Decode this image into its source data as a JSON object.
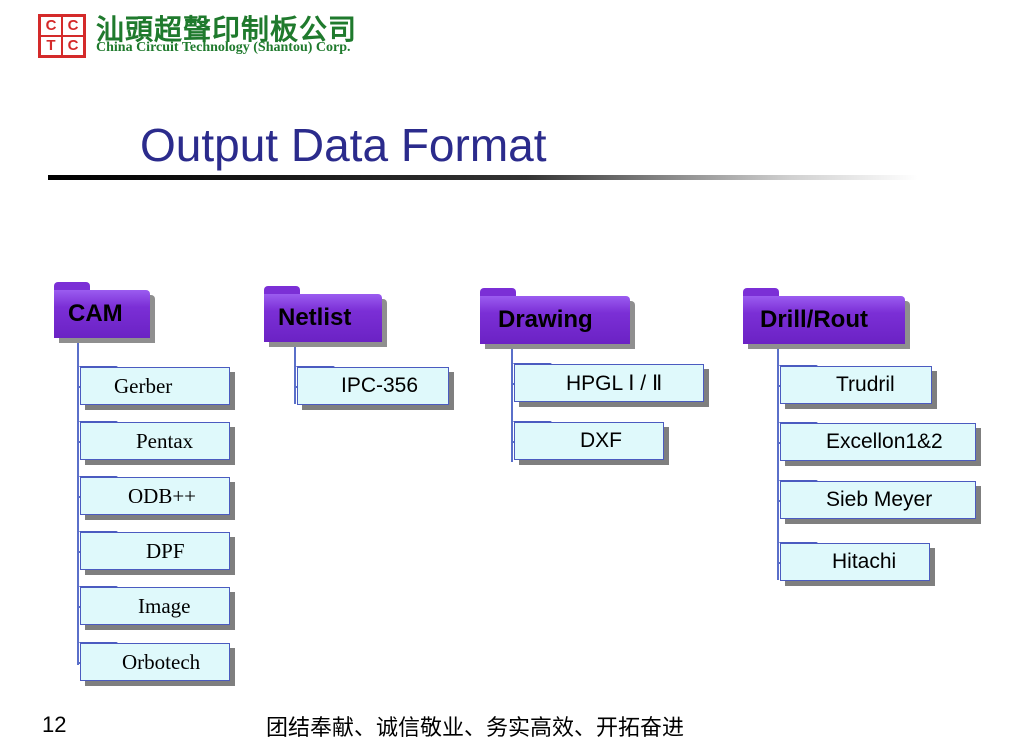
{
  "header": {
    "logo_cells": [
      "C",
      "C",
      "T",
      "C"
    ],
    "company_cn": "汕頭超聲印制板公司",
    "company_en": "China Circuit Technology (Shantou) Corp."
  },
  "title": "Output Data Format",
  "diagram": {
    "folders": [
      {
        "label": "CAM",
        "items": [
          "Gerber",
          "Pentax",
          "ODB++",
          "DPF",
          "Image",
          "Orbotech"
        ]
      },
      {
        "label": "Netlist",
        "items": [
          "IPC-356"
        ]
      },
      {
        "label": "Drawing",
        "items": [
          "HPGL Ⅰ / Ⅱ",
          "DXF"
        ]
      },
      {
        "label": "Drill/Rout",
        "items": [
          "Trudril",
          "Excellon1&2",
          "Sieb Meyer",
          "Hitachi"
        ]
      }
    ]
  },
  "footer": {
    "page_number": "12",
    "motto": "团结奉献、诚信敬业、务实高效、开拓奋进"
  },
  "colors": {
    "folder": "#7b2fd6",
    "item_fill": "#dff9fb",
    "item_border": "#4b5bc0",
    "title": "#2b2b8c",
    "logo_red": "#d42a2a",
    "logo_green": "#1f7a2d"
  }
}
